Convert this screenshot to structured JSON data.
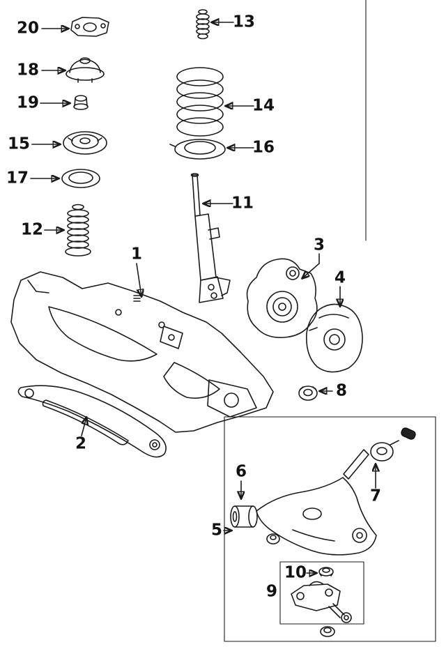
{
  "diagram": {
    "kind": "exploded-parts-diagram",
    "subject": "front suspension components",
    "background_color": "#ffffff",
    "line_color": "#1a1a1a",
    "label_color": "#111111"
  },
  "callouts": [
    {
      "label": "20",
      "part": "upper-mount-plate"
    },
    {
      "label": "18",
      "part": "strut-mount"
    },
    {
      "label": "19",
      "part": "mount-bushing"
    },
    {
      "label": "15",
      "part": "upper-spring-seat"
    },
    {
      "label": "17",
      "part": "bearing-ring"
    },
    {
      "label": "12",
      "part": "dust-boot"
    },
    {
      "label": "13",
      "part": "bump-stopper"
    },
    {
      "label": "14",
      "part": "coil-spring"
    },
    {
      "label": "16",
      "part": "spring-insulator"
    },
    {
      "label": "11",
      "part": "strut-assembly"
    },
    {
      "label": "1",
      "part": "crossmember-subframe"
    },
    {
      "label": "2",
      "part": "support-bar"
    },
    {
      "label": "3",
      "part": "steering-knuckle"
    },
    {
      "label": "4",
      "part": "splash-shield"
    },
    {
      "label": "8",
      "part": "hub-nut"
    },
    {
      "label": "5",
      "part": "lower-control-arm"
    },
    {
      "label": "6",
      "part": "control-arm-bushing-front"
    },
    {
      "label": "7",
      "part": "control-arm-bushing-rear"
    },
    {
      "label": "10",
      "part": "castle-nut"
    },
    {
      "label": "9",
      "part": "ball-joint"
    }
  ]
}
